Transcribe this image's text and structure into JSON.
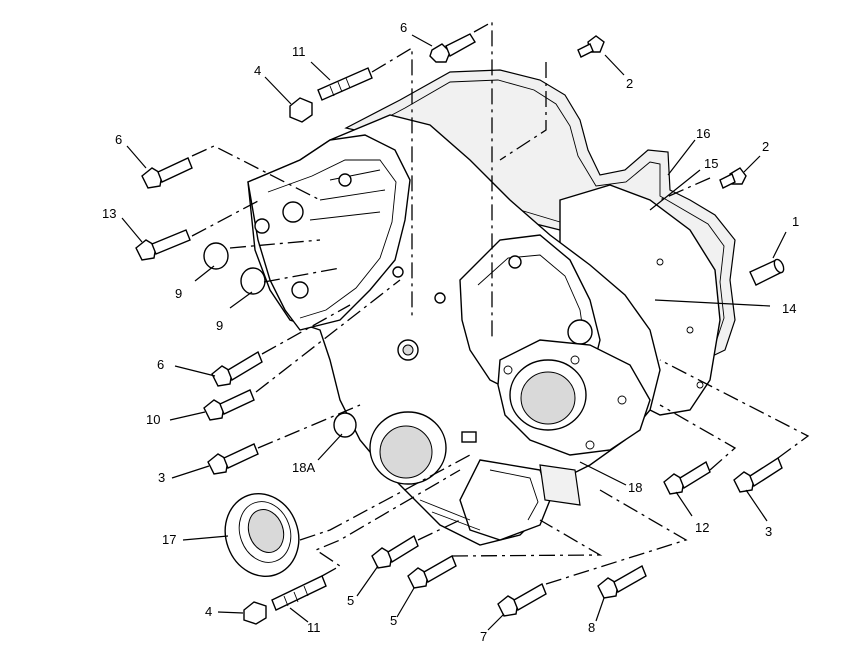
{
  "callouts": {
    "c6_top": "6",
    "c11_top": "11",
    "c4_top": "4",
    "c2_top": "2",
    "c16": "16",
    "c15": "15",
    "c2_right": "2",
    "c6_left": "6",
    "c1": "1",
    "c13": "13",
    "c9_a": "9",
    "c9_b": "9",
    "c14": "14",
    "c6_mid": "6",
    "c10": "10",
    "c3_left": "3",
    "c18A": "18A",
    "c18": "18",
    "c12": "12",
    "c3_right": "3",
    "c17": "17",
    "c5_a": "5",
    "c5_b": "5",
    "c4_bottom": "4",
    "c11_bottom": "11",
    "c7": "7",
    "c8": "8"
  }
}
